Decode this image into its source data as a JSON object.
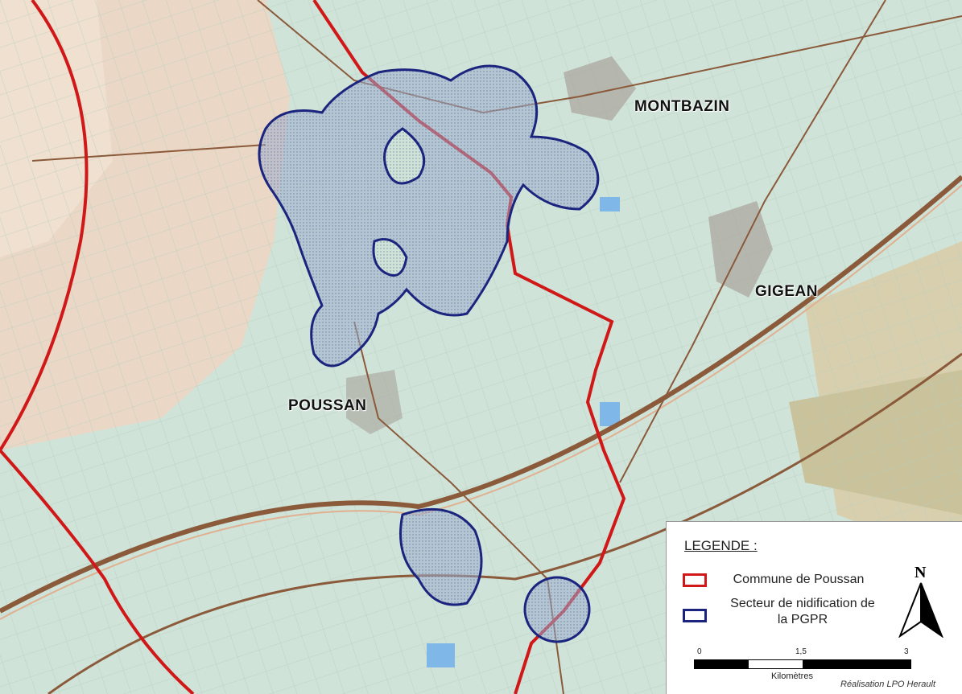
{
  "places": {
    "montbazin": "MONTBAZIN",
    "gigean": "GIGEAN",
    "poussan": "POUSSAN"
  },
  "legend": {
    "title": "LEGENDE :",
    "items": [
      {
        "label": "Commune de Poussan",
        "color": "#d01818"
      },
      {
        "label": "Secteur de nidification de la PGPR",
        "color": "#1a237e"
      }
    ],
    "north_label": "N",
    "scale": {
      "ticks": [
        "0",
        "1,5",
        "3"
      ],
      "unit": "Kilomètres"
    },
    "credit": "Réalisation LPO Herault"
  },
  "icons": {
    "north_arrow": "north-arrow-icon"
  }
}
